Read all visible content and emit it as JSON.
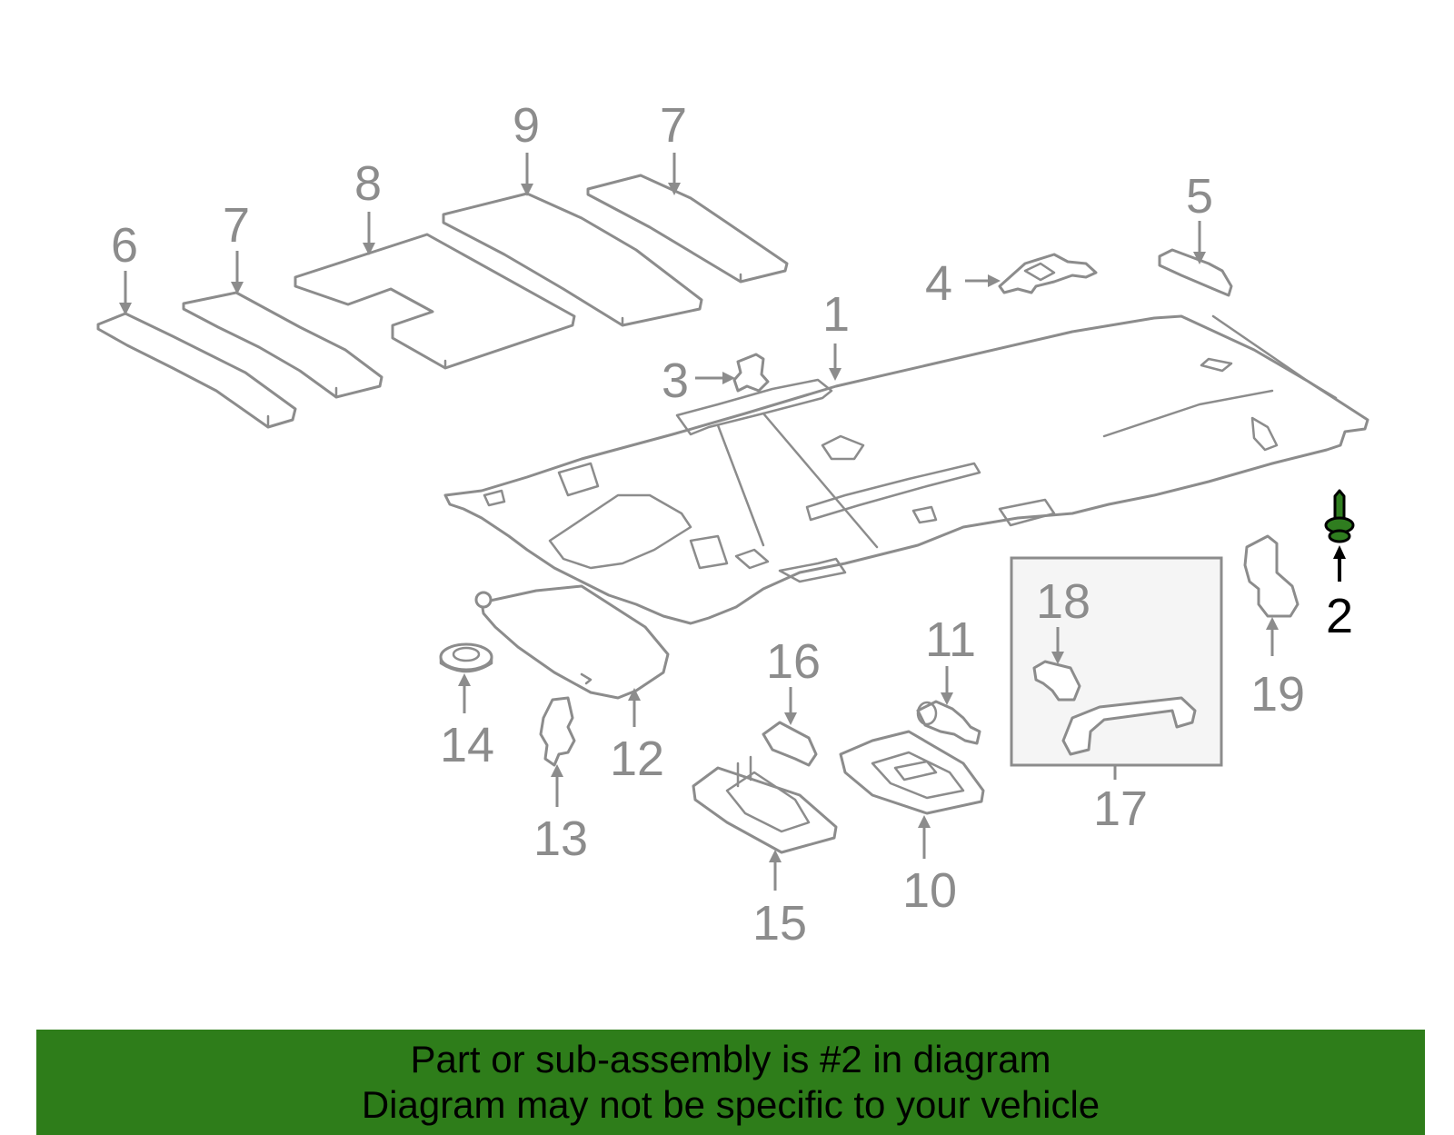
{
  "diagram": {
    "highlight_color": "#2e7d1a",
    "highlighted_part": "2",
    "callouts": {
      "c1": "1",
      "c2": "2",
      "c3": "3",
      "c4": "4",
      "c5": "5",
      "c6": "6",
      "c7a": "7",
      "c7b": "7",
      "c8": "8",
      "c9": "9",
      "c10": "10",
      "c11": "11",
      "c12": "12",
      "c13": "13",
      "c14": "14",
      "c15": "15",
      "c16": "16",
      "c17": "17",
      "c18": "18",
      "c19": "19"
    }
  },
  "banner": {
    "line1": "Part or sub-assembly is #2 in diagram",
    "line2": "Diagram may not be specific to your vehicle"
  }
}
